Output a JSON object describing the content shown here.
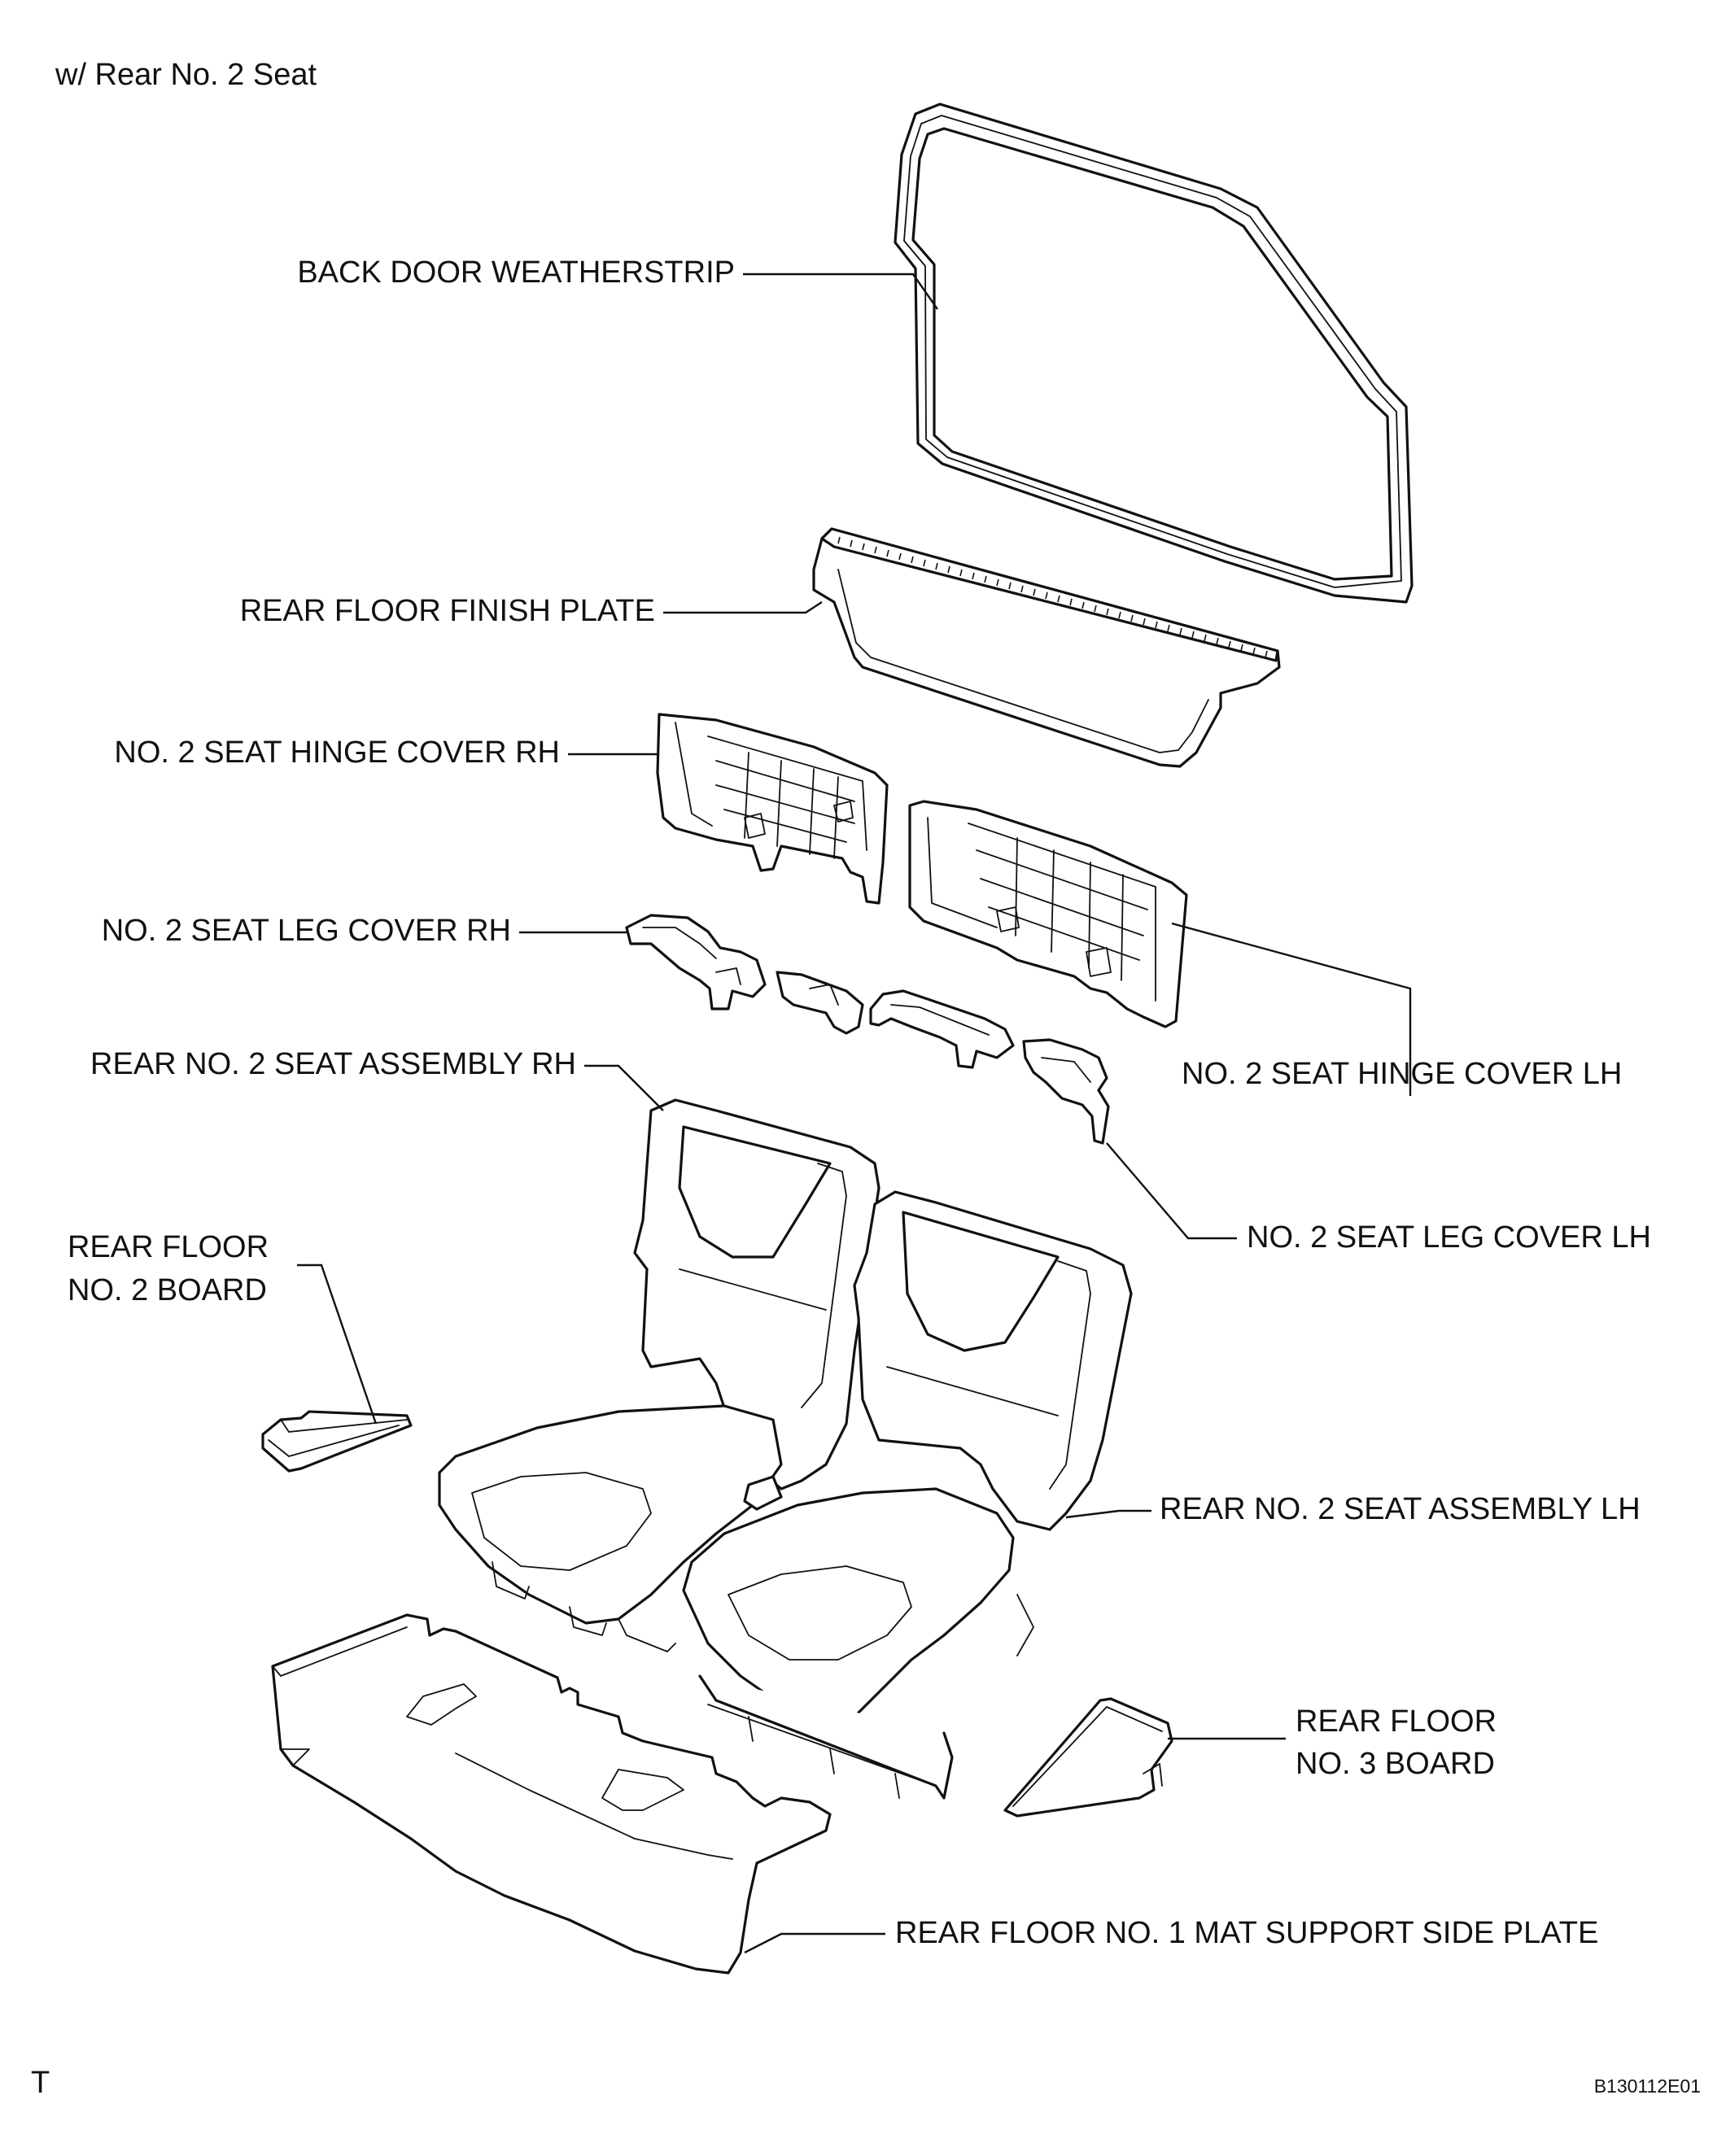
{
  "header": {
    "text": "w/ Rear No. 2 Seat"
  },
  "labels": {
    "back_door_weatherstrip": "BACK DOOR WEATHERSTRIP",
    "rear_floor_finish_plate": "REAR FLOOR FINISH PLATE",
    "hinge_cover_rh": "NO. 2 SEAT HINGE COVER RH",
    "leg_cover_rh": "NO. 2 SEAT LEG COVER RH",
    "seat_assembly_rh": "REAR NO. 2 SEAT ASSEMBLY RH",
    "hinge_cover_lh": "NO. 2 SEAT HINGE COVER LH",
    "leg_cover_lh": "NO. 2 SEAT LEG COVER LH",
    "rear_floor_no2_board_line1": "REAR FLOOR",
    "rear_floor_no2_board_line2": "NO. 2 BOARD",
    "seat_assembly_lh": "REAR NO. 2 SEAT ASSEMBLY LH",
    "rear_floor_no3_board_line1": "REAR FLOOR",
    "rear_floor_no3_board_line2": "NO. 3 BOARD",
    "mat_support_side_plate": "REAR FLOOR NO. 1 MAT SUPPORT SIDE PLATE"
  },
  "footer": {
    "left_mark": "T",
    "figure_code": "B130112E01"
  }
}
